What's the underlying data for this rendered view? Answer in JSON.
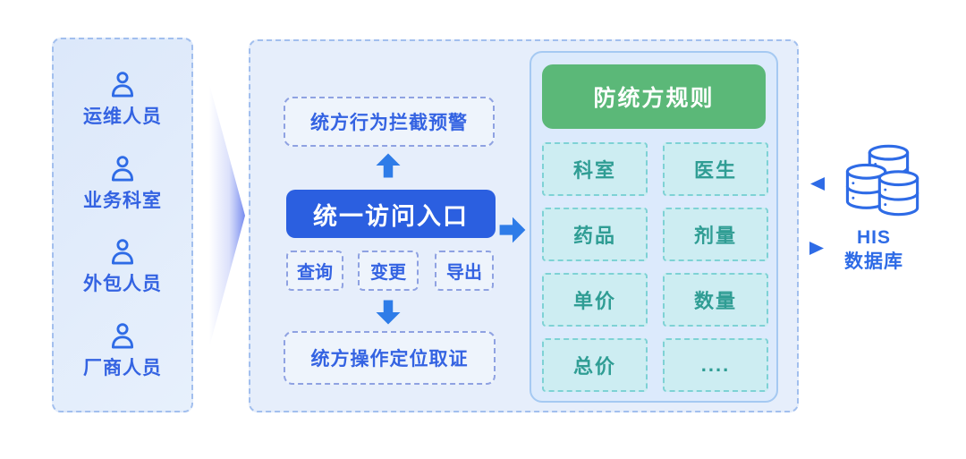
{
  "diagram": {
    "users": {
      "items": [
        {
          "label": "运维人员"
        },
        {
          "label": "业务科室"
        },
        {
          "label": "外包人员"
        },
        {
          "label": "厂商人员"
        }
      ]
    },
    "flow": {
      "alert_box_label": "统方行为拦截预警",
      "entry_button_label": "统一访问入口",
      "operations": [
        {
          "label": "查询"
        },
        {
          "label": "变更"
        },
        {
          "label": "导出"
        }
      ],
      "forensics_box_label": "统方操作定位取证"
    },
    "rules": {
      "title": "防统方规则",
      "cells": [
        {
          "label": "科室"
        },
        {
          "label": "医生"
        },
        {
          "label": "药品"
        },
        {
          "label": "剂量"
        },
        {
          "label": "单价"
        },
        {
          "label": "数量"
        },
        {
          "label": "总价"
        },
        {
          "label": "...."
        }
      ]
    },
    "database": {
      "line1": "HIS",
      "line2": "数据库"
    },
    "colors": {
      "primary_blue": "#2E6BE6",
      "button_blue": "#2B5FE0",
      "arrow_blue": "#2E7CE8",
      "dashed_border_blue": "#8FA2E2",
      "panel_bg": "#E6EEFB",
      "panel_border": "#A2BFEE",
      "rules_panel_bg": "#DCEAFC",
      "rules_panel_border": "#A5C9F2",
      "green_header": "#5BB878",
      "cell_bg": "#CDEDF2",
      "cell_border": "#7ED2D5",
      "cell_text": "#2F9D94"
    }
  }
}
